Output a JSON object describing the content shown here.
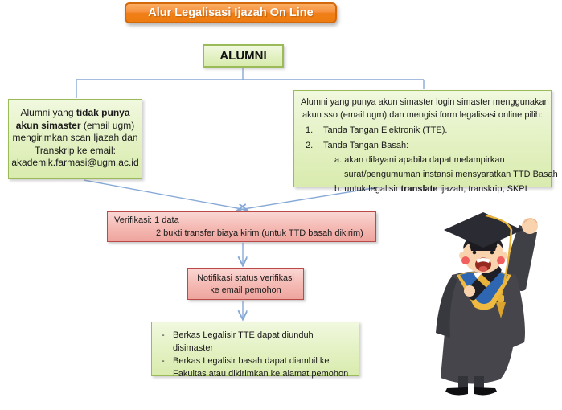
{
  "title": {
    "label": "Alur Legalisasi Ijazah On Line"
  },
  "alumni_box": {
    "label": "ALUMNI"
  },
  "no_account_box": {
    "lines": [
      {
        "segs": [
          {
            "t": "Alumni yang "
          },
          {
            "t": "tidak punya",
            "b": 1
          }
        ]
      },
      {
        "segs": [
          {
            "t": "akun simaster",
            "b": 1
          },
          {
            "t": " (email ugm)"
          }
        ]
      },
      {
        "segs": [
          {
            "t": "mengirimkan scan Ijazah dan"
          }
        ]
      },
      {
        "segs": [
          {
            "t": "Transkrip ke email:"
          }
        ]
      },
      {
        "segs": [
          {
            "t": "akademik.farmasi@ugm.ac.id"
          }
        ]
      }
    ]
  },
  "has_account_box": {
    "lines": [
      {
        "cls": "rc",
        "segs": [
          {
            "t": "Alumni yang punya akun simaster login simaster menggunakan"
          }
        ]
      },
      {
        "cls": "rc",
        "segs": [
          {
            "t": "akun sso (email ugm) dan mengisi form legalisasi online pilih:"
          }
        ]
      },
      {
        "cls": "rnum",
        "segs": [
          {
            "t": "1."
          },
          {
            "t": "Tanda Tangan Elektronik (TTE)."
          }
        ]
      },
      {
        "cls": "rnum",
        "segs": [
          {
            "t": "2."
          },
          {
            "t": "Tanda Tangan Basah:"
          }
        ]
      },
      {
        "cls": "rsa",
        "segs": [
          {
            "t": "a. akan dilayani apabila dapat melampirkan"
          }
        ]
      },
      {
        "cls": "rsa2",
        "segs": [
          {
            "t": "surat/pengumuman instansi mensyaratkan TTD Basah"
          }
        ]
      },
      {
        "cls": "rsa",
        "segs": [
          {
            "t": "b. untuk legalisir "
          },
          {
            "t": "translate",
            "b": 1
          },
          {
            "t": " ijazah, transkrip, SKPI"
          }
        ]
      }
    ]
  },
  "verification_box": {
    "lines": [
      {
        "segs": [
          {
            "t": "Verifikasi: 1 data"
          }
        ]
      },
      {
        "cls": "vind",
        "segs": [
          {
            "t": "2 bukti transfer biaya kirim (untuk TTD basah dikirim)"
          }
        ]
      }
    ]
  },
  "notification_box": {
    "line1": "Notifikasi status verifikasi",
    "line2": "ke email pemohon"
  },
  "result_box": {
    "lines": [
      {
        "cls": "bullet",
        "segs": [
          {
            "t": "-"
          },
          {
            "t": "Berkas Legalisir TTE dapat diunduh disimaster"
          }
        ]
      },
      {
        "cls": "bullet",
        "segs": [
          {
            "t": "-"
          },
          {
            "t": "Berkas Legalisir basah dapat diambil ke Fakultas atau dikirimkan ke alamat  pemohon"
          }
        ]
      }
    ]
  },
  "illustration": {
    "name": "graduate-cartoon"
  },
  "colors": {
    "banner_orange": "#F07F18",
    "banner_border": "#D4690B",
    "green_fill": "#E3F1C2",
    "green_border": "#9BBB59",
    "pink_fill": "#F5BBB5",
    "pink_border": "#B94A47",
    "connector_blue": "#87A9D6",
    "text": "#1A1A1A"
  }
}
